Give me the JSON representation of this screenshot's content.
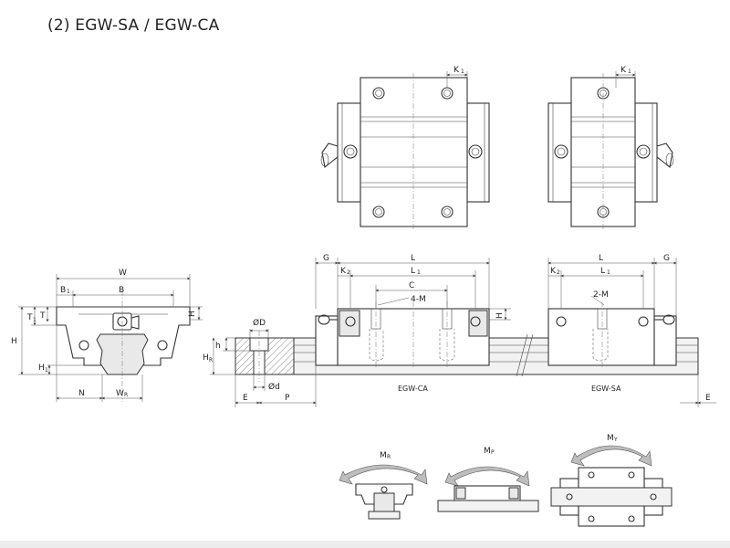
{
  "title": "(2) EGW-SA / EGW-CA",
  "labels": {
    "K1": "K",
    "K1_sub": "1",
    "W": "W",
    "B": "B",
    "B1": "B",
    "B1_sub": "1",
    "H": "H",
    "T": "T",
    "T1": "T",
    "T1_sub": "1",
    "H1": "H",
    "H1_sub": "1",
    "H2": "H",
    "H2_sub": "2",
    "N": "N",
    "WR": "W",
    "WR_sub": "R",
    "HR": "H",
    "HR_sub": "R",
    "h": "h",
    "D": "ØD",
    "d": "Ød",
    "E": "E",
    "P": "P",
    "G": "G",
    "L": "L",
    "L1": "L",
    "L1_sub": "1",
    "K2": "K",
    "K2_sub": "2",
    "C": "C",
    "4M": "4-M",
    "2M": "2-M",
    "EGW_CA": "EGW-CA",
    "EGW_SA": "EGW-SA",
    "MR": "M",
    "MR_sub": "R",
    "MP": "M",
    "MP_sub": "P",
    "MY": "M",
    "MY_sub": "Y"
  }
}
